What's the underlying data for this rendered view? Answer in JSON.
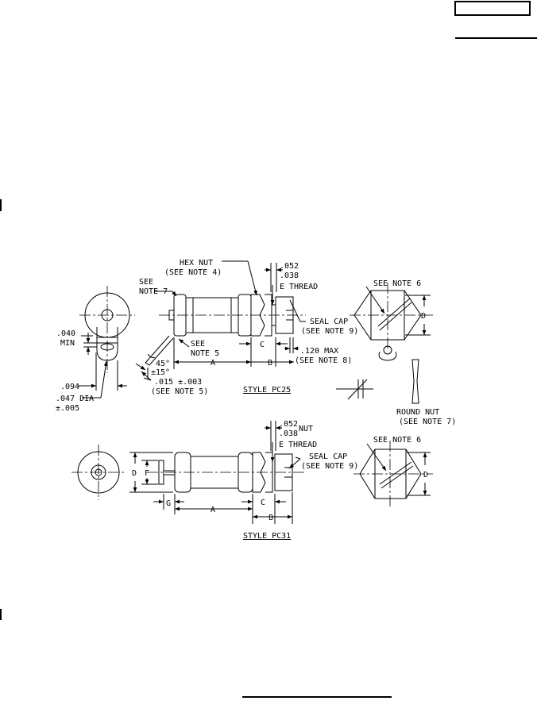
{
  "page": {
    "header_box_text": "",
    "footer_text": ""
  },
  "pc25": {
    "hex_nut": "HEX NUT",
    "see_note_4": "(SEE NOTE 4)",
    "dim_052": ".052",
    "dim_038": ".038",
    "e_thread": "E THREAD",
    "see": "SEE",
    "note_7": "NOTE 7",
    "seal_cap": "SEAL CAP",
    "see_note_9": "(SEE NOTE 9)",
    "dim_040": ".040",
    "min": "MIN",
    "see_5": "SEE",
    "note_5": "NOTE 5",
    "c": "C",
    "max_120": ".120 MAX",
    "angle_45": "45°",
    "tol_15": "±15°",
    "a": "A",
    "b": "B",
    "see_note_8": "(SEE NOTE 8)",
    "dim_094": ".094",
    "dim_015": ".015 ±.003",
    "see_note_5": "(SEE NOTE 5)",
    "dia_047": ".047 DIA",
    "tol_005": "±.005",
    "style_label": "STYLE PC25",
    "see_note_6": "SEE NOTE 6",
    "d": "D",
    "round_nut": "ROUND NUT",
    "see_note_7": "(SEE NOTE 7)"
  },
  "pc31": {
    "dim_052": ".052",
    "nut": "NUT",
    "dim_038": ".038",
    "e_thread": "E THREAD",
    "seal_cap": "SEAL CAP",
    "see_note_9": "(SEE NOTE 9)",
    "see_note_6": "SEE NOTE 6",
    "d_left": "D",
    "f": "F",
    "g": "G",
    "a": "A",
    "c": "C",
    "b": "B",
    "d_right": "D",
    "style_label": "STYLE PC31"
  }
}
